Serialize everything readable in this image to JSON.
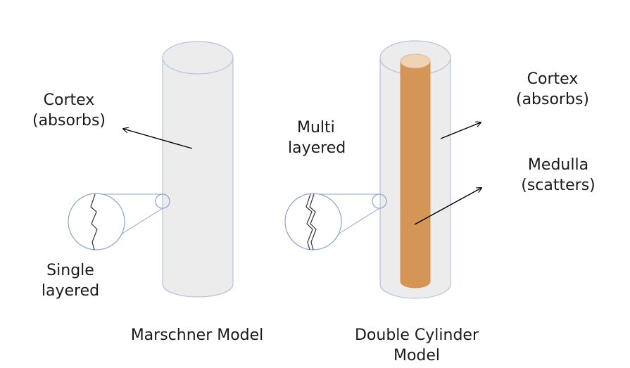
{
  "left_model": {
    "cortex": [
      "Cortex",
      "(absorbs)"
    ],
    "layer": [
      "Single",
      "layered"
    ],
    "caption": [
      "Marschner Model"
    ]
  },
  "right_model": {
    "layer": [
      "Multi",
      "layered"
    ],
    "cortex": [
      "Cortex",
      "(absorbs)"
    ],
    "medulla": [
      "Medulla",
      "(scatters)"
    ],
    "caption": [
      "Double Cylinder",
      "Model"
    ]
  },
  "colors": {
    "cylinder_fill": "#ececec",
    "cylinder_stroke": "#b4c2dc",
    "medulla_fill": "#d49557",
    "medulla_top": "#f0d3b3",
    "lens_stroke": "#8aa2cf",
    "arrow": "#000000"
  }
}
